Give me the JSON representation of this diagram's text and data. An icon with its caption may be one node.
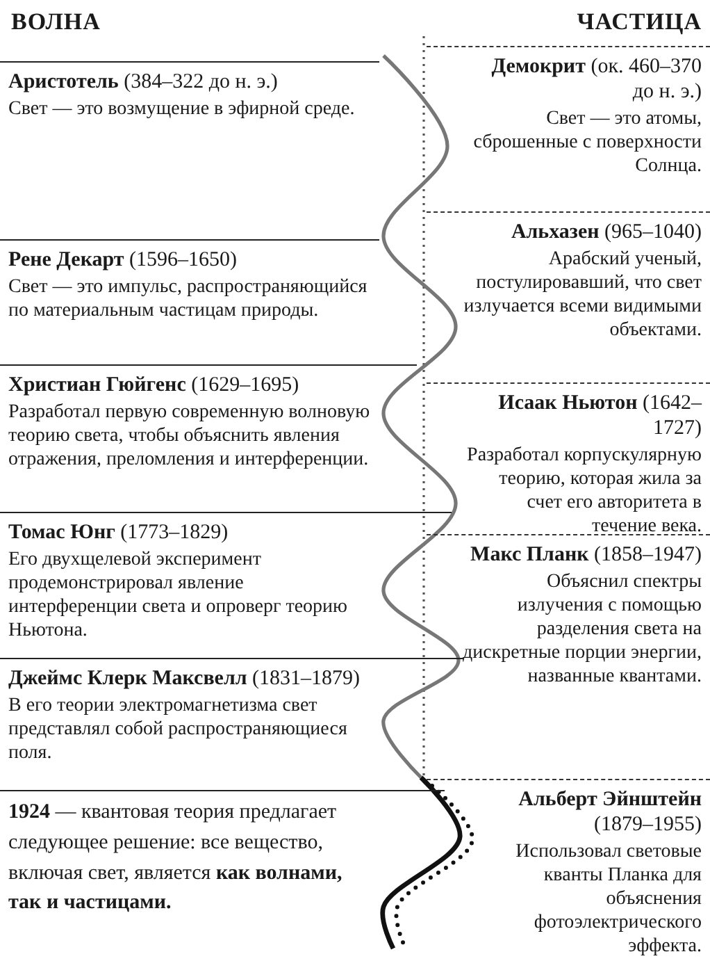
{
  "diagram": {
    "nodes": [
      {
        "text": [
          "**Аристотель** (384–322 до н. э.)",
          "Свет — это возмущение в эфирной среде."
        ]
      },
      {
        "text": [
          "**Рене Декарт** (1596–1650)",
          "Свет — это импульс, распространяющийся по материальным частицам природы."
        ]
      },
      {
        "text": [
          "**Христиан Гюйгенс** (1629–1695)",
          "Разработал первую современную волновую теорию света, чтобы объяснить явления отражения, преломления и интерференции."
        ]
      },
      {
        "text": [
          "**Томас Юнг** (1773–1829)",
          "Его двухщелевой эксперимент продемонстрировал явление интерференции света и опроверг теорию Ньютона."
        ]
      },
      {
        "text": [
          "**Джеймс Клерк Максвелл** (1831–1879)",
          "В его теории электромагнетизма свет представлял собой распространяющиеся поля."
        ]
      },
      {
        "text": [
          "**1924** — квантовая теория предлагает следующее решение: все вещество, включая свет, является **как волнами, так и частицами.**"
        ]
      },
      {
        "text": [
          "**Демокрит** (ок. 460–370 до н. э.)",
          "Свет — это атомы, сброшенные с поверхности Солнца."
        ]
      },
      {
        "text": [
          "**Альхазен** (965–1040)",
          "Арабский ученый, постулировавший, что свет излучается всеми видимыми объектами."
        ]
      },
      {
        "text": [
          "**Исаак Ньютон** (1642–1727)",
          "Разработал корпускулярную теорию, которая жила за счет его авторитета в течение века."
        ]
      },
      {
        "text": [
          "**Макс Планк** (1858–1947)",
          "Объяснил спектры излучения с помощью разделения света на дискретные порции энергии, названные квантами."
        ]
      },
      {
        "text": [
          "**Альберт Эйнштейн** (1879–1955)",
          "Использовал световые кванты Планка для объяснения фотоэлектрического эффекта."
        ]
      }
    ],
    "labels": [
      "ВОЛНА",
      "ЧАСТИЦА"
    ]
  }
}
